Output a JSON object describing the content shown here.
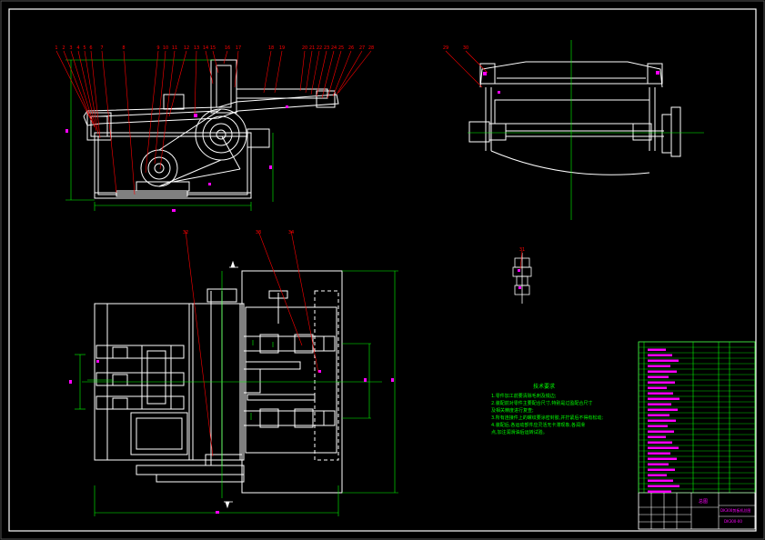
{
  "colors": {
    "background": "#000000",
    "frame": "#ffffff",
    "part": "#ffffff",
    "dimension": "#00ff00",
    "centerline": "#00ff00",
    "leader": "#ff0000",
    "hatch": "#ff00ff",
    "titleblock_text": "#ff00ff"
  },
  "callouts_top_left": [
    "1",
    "2",
    "3",
    "4",
    "5",
    "6",
    "7",
    "8",
    "9",
    "10",
    "11",
    "12",
    "13",
    "14",
    "15",
    "16",
    "17",
    "18",
    "19",
    "20",
    "21",
    "22",
    "23",
    "24",
    "25",
    "26",
    "27",
    "28"
  ],
  "callouts_top_right": [
    "29",
    "30"
  ],
  "callouts_detail": [
    "31"
  ],
  "callouts_plan": [
    "32",
    "33",
    "34"
  ],
  "technical_notes": {
    "title": "技术要求",
    "items": [
      "1.零件加工前要清除毛刺及锐边;",
      "2.装配前对零件主要配合尺寸,特别是过盈配合尺寸",
      "  及相关精度进行复查;",
      "3.所有连接件上的螺纹要涂密封胶,并拧紧后不得有松动;",
      "4.装配后,各运动部件应灵活无卡滞现象,各润滑",
      "  点,加注润滑油后运转试验。"
    ]
  },
  "title_block": {
    "drawing_name": "总图",
    "product_name": "DK300剪板机总图",
    "drawing_number": "DK300-00"
  }
}
